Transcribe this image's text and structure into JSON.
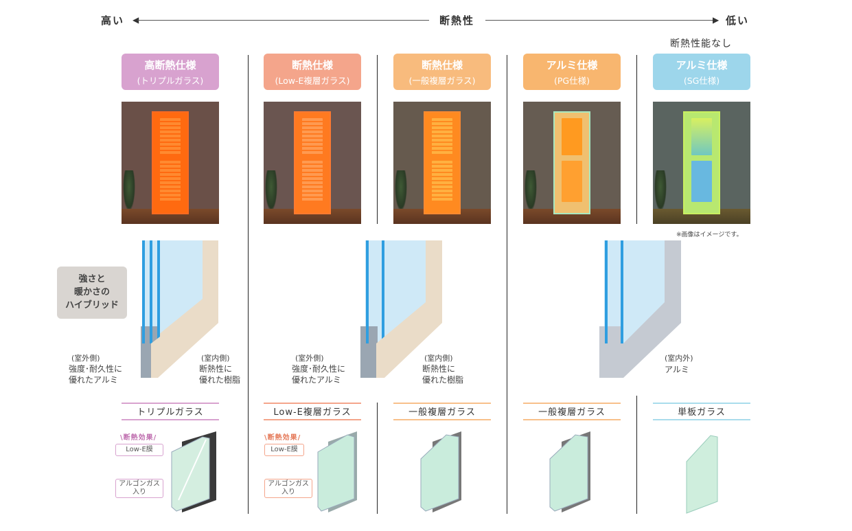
{
  "axis": {
    "high": "高い",
    "label": "断熱性",
    "low": "低い"
  },
  "no_insulation_note": "断熱性能なし",
  "image_note": "※画像はイメージです。",
  "columns": [
    {
      "title": "高断熱仕様",
      "subtitle": "(トリプルガラス)",
      "color": "#d8a2cf",
      "glass": "トリプルガラス",
      "glass_color": "#d8a2cf"
    },
    {
      "title": "断熱仕様",
      "subtitle": "(Low-E複層ガラス)",
      "color": "#f4a58b",
      "glass": "Low-E複層ガラス",
      "glass_color": "#f4a58b"
    },
    {
      "title": "断熱仕様",
      "subtitle": "(一般複層ガラス)",
      "color": "#f8bb7d",
      "glass": "一般複層ガラス",
      "glass_color": "#f8c08a"
    },
    {
      "title": "アルミ仕様",
      "subtitle": "(PG仕様)",
      "color": "#f8b66f",
      "glass": "一般複層ガラス",
      "glass_color": "#f8c08a"
    },
    {
      "title": "アルミ仕様",
      "subtitle": "(SG仕様)",
      "color": "#9dd6eb",
      "glass": "単板ガラス",
      "glass_color": "#a9dcec"
    }
  ],
  "hybrid_bubble": {
    "line1": "強さと",
    "line2": "暖かさの",
    "line3": "ハイブリッド"
  },
  "sections": {
    "outside": "(室外側)",
    "outside_desc1": "強度･耐久性に",
    "outside_desc2": "優れたアルミ",
    "inside": "(室内側)",
    "inside_desc1": "断熱性に",
    "inside_desc2": "優れた樹脂",
    "alu_side": "(室内外)",
    "alu_desc": "アルミ"
  },
  "glass_callouts": {
    "effect": "\\断熱効果/",
    "lowe": "Low-E膜",
    "argon1": "アルゴンガス",
    "argon2": "入り"
  }
}
